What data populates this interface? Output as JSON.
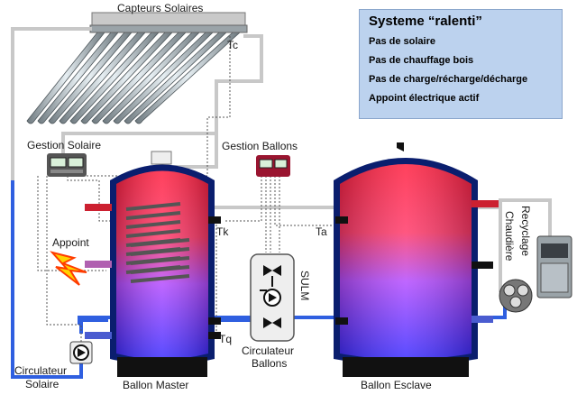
{
  "labels": {
    "collectors": "Capteurs Solaires",
    "tc": "Tc",
    "solar_mgmt": "Gestion Solaire",
    "tank_mgmt": "Gestion Ballons",
    "appoint": "Appoint",
    "tk": "Tk",
    "ta": "Ta",
    "tq": "Tq",
    "sulm": "SULM",
    "circ_ballons_1": "Circulateur",
    "circ_ballons_2": "Ballons",
    "circ_solaire_1": "Circulateur",
    "circ_solaire_2": "Solaire",
    "master": "Ballon Master",
    "slave": "Ballon Esclave",
    "recyclage": "Recyclage",
    "chaudiere": "Chaudière"
  },
  "info": {
    "title": "Systeme “ralenti”",
    "lines": [
      "Pas de solaire",
      "Pas de chauffage bois",
      "Pas de charge/récharge/décharge",
      "Appoint électrique actif"
    ]
  },
  "colors": {
    "hot": "#ff2040",
    "cold": "#3a3cff",
    "pipe_cold": "#2f5fe0",
    "pipe_neutral": "#c8c8c8",
    "info_bg": "#bcd2ee"
  }
}
